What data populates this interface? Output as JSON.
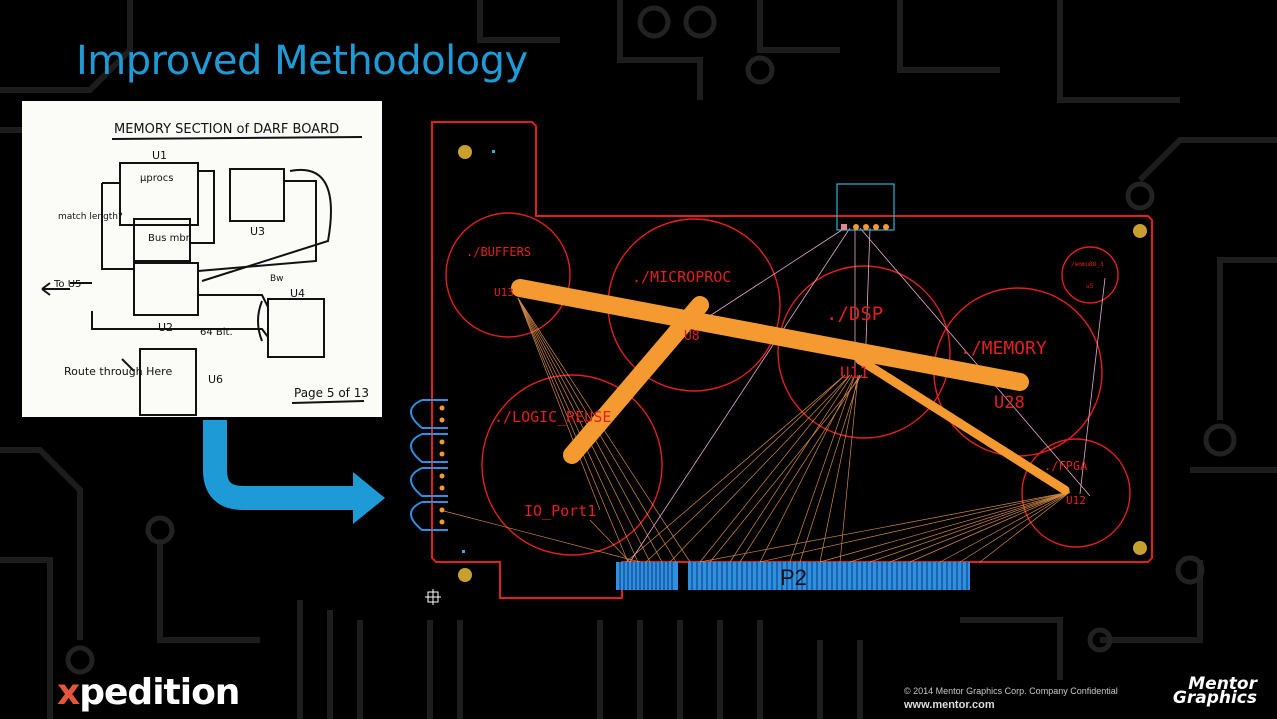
{
  "slide": {
    "title": "Improved Methodology"
  },
  "sketch": {
    "heading": "MEMORY SECTION of DARF BOARD",
    "labels": {
      "u1": "U1",
      "u1_sub": "µprocs",
      "bus": "Bus mbr",
      "u3": "U3",
      "u2": "U2",
      "u4": "U4",
      "u5": "To U5",
      "u6": "U6",
      "match": "match length?",
      "bits": "64 Bit.",
      "bw": "Bw",
      "route": "Route through Here",
      "page": "Page 5 of 13"
    }
  },
  "pcb": {
    "groups": {
      "buffers": "./BUFFERS",
      "microproc": "./MICROPROC",
      "dsp": "./DSP",
      "memory": "./MEMORY",
      "logic_reuse": "./LOGIC_REUSE",
      "fpga": "./FPGA",
      "small_group": "/emmu88_3"
    },
    "refdes": {
      "u13": "U13",
      "u8": "U8",
      "u11": "U11",
      "u28": "U28",
      "u12": "U12",
      "io_port": "IO_Port1",
      "p2": "P2",
      "u5": "u5"
    }
  },
  "footer": {
    "logo_x": "x",
    "logo_rest": "pedition",
    "copyright": "© 2014 Mentor Graphics Corp.    Company Confidential",
    "url": "www.mentor.com",
    "mentor_line1": "Mentor",
    "mentor_line2": "Graphics"
  },
  "colors": {
    "title": "#1e9ad6",
    "board_outline": "#e0201e",
    "bus": "#f59a30",
    "connector": "#2f8fe0",
    "arrow": "#1e9ad6"
  }
}
